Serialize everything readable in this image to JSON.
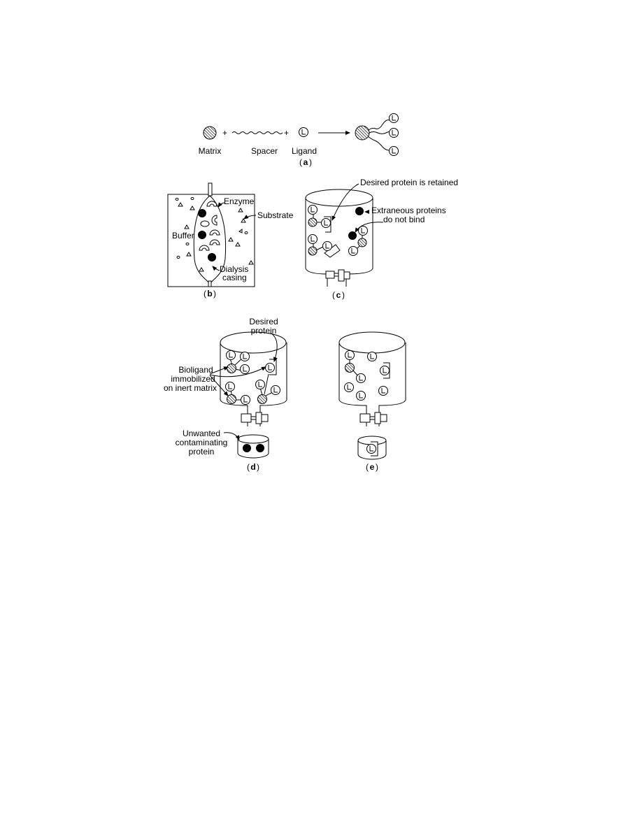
{
  "panel_a": {
    "matrix": "Matrix",
    "spacer": "Spacer",
    "ligand": "Ligand",
    "plus": "+",
    "ligand_symbol": "L",
    "caption_open": "(",
    "caption_letter": "a",
    "caption_close": ")"
  },
  "panel_b": {
    "enzyme": "Enzyme",
    "substrate": "Substrate",
    "buffer": "Buffer",
    "dialysis_1": "Dialysis",
    "dialysis_2": "casing",
    "caption_letter": "b"
  },
  "panel_c": {
    "retained": "Desired protein is retained",
    "extraneous_1": "Extraneous proteins",
    "extraneous_2": "do not bind",
    "caption_letter": "c"
  },
  "panel_d": {
    "desired_1": "Desired",
    "desired_2": "protein",
    "bioligand_1": "Bioligand",
    "bioligand_2": "immobilized",
    "bioligand_3": "on inert matrix",
    "unwanted_1": "Unwanted",
    "unwanted_2": "contaminating",
    "unwanted_3": "protein",
    "caption_letter": "d"
  },
  "panel_e": {
    "caption_letter": "e"
  },
  "colors": {
    "ink": "#000000",
    "paper": "#ffffff"
  }
}
